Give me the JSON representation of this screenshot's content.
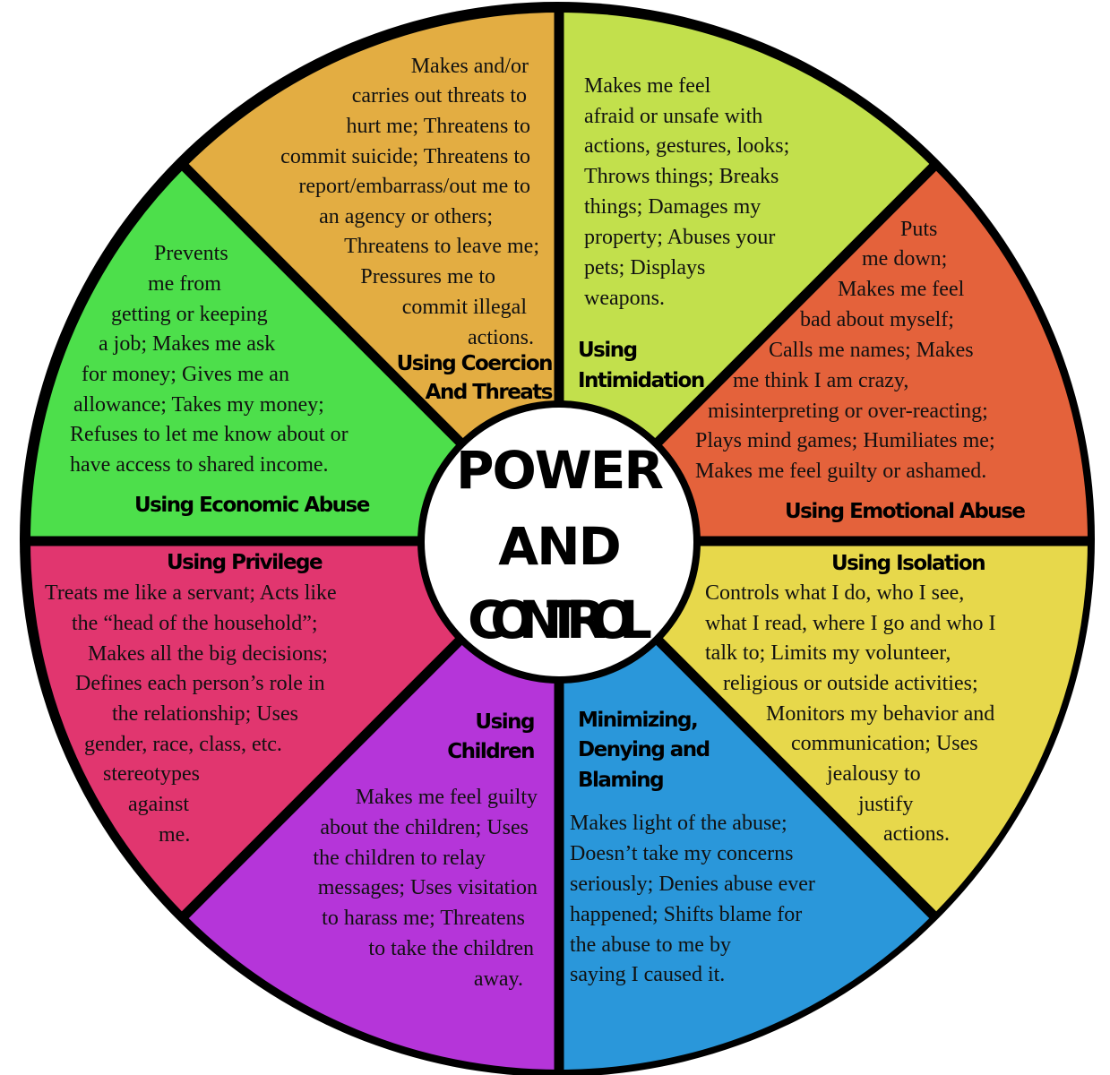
{
  "center": {
    "lines": [
      "POWER",
      "AND",
      "CONTROL"
    ],
    "fill": "#ffffff"
  },
  "segments": [
    {
      "id": "intimidation",
      "color": "#c2e04c",
      "heading": [
        "Using",
        "Intimidation"
      ],
      "lines": [
        "Makes me feel",
        "afraid or unsafe with",
        "actions, gestures, looks;",
        "Throws things; Breaks",
        "things; Damages my",
        "property; Abuses your",
        "pets; Displays",
        "weapons."
      ]
    },
    {
      "id": "emotional-abuse",
      "color": "#e4623b",
      "heading": [
        "Using Emotional Abuse"
      ],
      "lines": [
        "Puts",
        "me down;",
        "Makes me feel",
        "bad about myself;",
        "Calls me names; Makes",
        "me think I am crazy,",
        "misinterpreting or  over-reacting;",
        "Plays mind games; Humiliates me;",
        "Makes me feel guilty or ashamed."
      ]
    },
    {
      "id": "isolation",
      "color": "#e7d84b",
      "heading": [
        "Using Isolation"
      ],
      "lines": [
        "Controls what I do, who I see,",
        "what I read, where I go and who I",
        "talk to; Limits my volunteer,",
        "religious or outside activities;",
        "Monitors my behavior and",
        "communication; Uses",
        "jealousy to",
        "justify",
        "actions."
      ]
    },
    {
      "id": "minimizing",
      "color": "#2a97da",
      "heading": [
        "Minimizing,",
        "Denying and",
        "Blaming"
      ],
      "lines": [
        "Makes light of the abuse;",
        "Doesn’t take my concerns",
        "seriously; Denies abuse ever",
        "happened; Shifts blame for",
        "the abuse to me by",
        "saying I caused it."
      ]
    },
    {
      "id": "children",
      "color": "#b535d9",
      "heading": [
        "Using",
        "Children"
      ],
      "lines": [
        "Makes me feel guilty",
        "about the children; Uses",
        "the children to relay",
        "messages; Uses visitation",
        "to harass me; Threatens",
        "to take the children",
        "away."
      ]
    },
    {
      "id": "privilege",
      "color": "#e1366f",
      "heading": [
        "Using Privilege"
      ],
      "lines": [
        "Treats me like a servant; Acts like",
        "the “head of the household”;",
        "Makes all the big decisions;",
        "Defines each person’s role in",
        "the relationship; Uses",
        "gender, race, class, etc.",
        "stereotypes",
        "against",
        "me."
      ]
    },
    {
      "id": "economic-abuse",
      "color": "#4ddf4b",
      "heading": [
        "Using Economic Abuse"
      ],
      "lines": [
        "Prevents",
        "me from",
        "getting or keeping",
        "a job; Makes me ask",
        "for money; Gives me an",
        "allowance; Takes my money;",
        "Refuses to let me know about or",
        "have access to shared income."
      ]
    },
    {
      "id": "coercion-threats",
      "color": "#e3ad42",
      "heading": [
        "Using Coercion",
        "And Threats"
      ],
      "lines": [
        "Makes and/or",
        "carries out threats to",
        "hurt me; Threatens to",
        "commit suicide; Threatens to",
        "report/embarrass/out me to",
        "an agency or others;",
        "Threatens to leave me;",
        "Pressures me to",
        "commit illegal",
        "actions."
      ]
    }
  ]
}
